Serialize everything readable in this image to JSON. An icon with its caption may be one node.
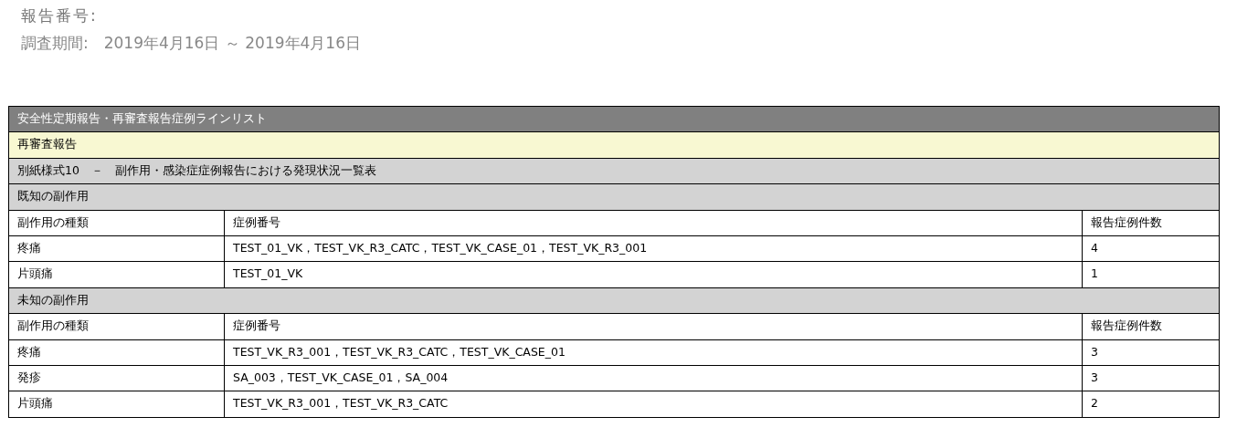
{
  "diagram": {
    "title": "報告番号:",
    "labels": [
      "調査期間:　2019年4月16日 ～ 2019年4月16日",
      "安全性定期報告・再審査報告症例ラインリスト",
      "再審査報告",
      "別紙様式10　－　副作用・感染症症例報告における発現状況一覧表",
      "既知の副作用",
      "副作用の種類",
      "症例番号",
      "報告症例件数",
      "疼痛",
      "TEST_01_VK，TEST_VK_R3_CATC，TEST_VK_CASE_01，TEST_VK_R3_001",
      "4",
      "片頭痛",
      "TEST_01_VK",
      "1",
      "未知の副作用",
      "副作用の種類",
      "症例番号",
      "報告症例件数",
      "疼痛",
      "TEST_VK_R3_001，TEST_VK_R3_CATC，TEST_VK_CASE_01",
      "3",
      "発疹",
      "SA_003，TEST_VK_CASE_01，SA_004",
      "3",
      "片頭痛",
      "TEST_VK_R3_001，TEST_VK_R3_CATC",
      "2"
    ]
  }
}
